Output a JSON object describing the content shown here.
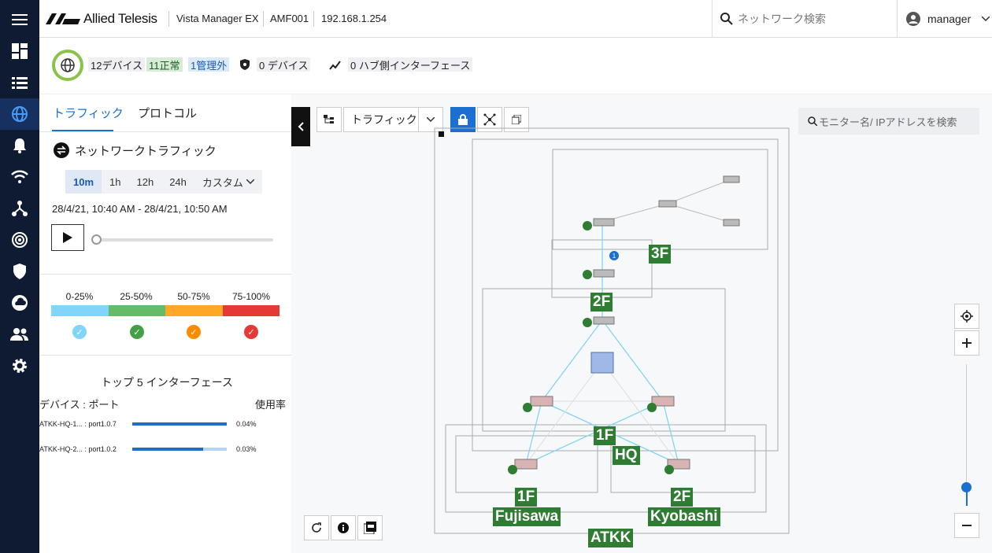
{
  "header": {
    "brand": "Allied Telesis",
    "product": "Vista Manager EX",
    "device": "AMF001",
    "ip": "192.168.1.254",
    "search_placeholder": "ネットワーク検索",
    "user": "manager"
  },
  "summary": {
    "devices": "12デバイス",
    "normal": "11正常",
    "unmanaged": "1管理外",
    "shield_devices": "0 デバイス",
    "hub_interfaces": "0 ハブ側インターフェース"
  },
  "panel": {
    "tabs": [
      "トラフィック",
      "プロトコル"
    ],
    "section_title": "ネットワークトラフィック",
    "ranges": [
      "10m",
      "1h",
      "12h",
      "24h",
      "カスタム"
    ],
    "range_text": "28/4/21, 10:40 AM - 28/4/21, 10:50 AM",
    "legend": [
      "0-25%",
      "25-50%",
      "50-75%",
      "75-100%"
    ],
    "top5_title": "トップ 5 インターフェース",
    "col_device": "デバイス : ポート",
    "col_usage": "使用率",
    "rows": [
      {
        "name": "ATKK-HQ-1... : port1.0.7",
        "usage": "0.04%",
        "level": 0.04
      },
      {
        "name": "ATKK-HQ-2... : port1.0.2",
        "usage": "0.03%",
        "level": 0.03
      }
    ]
  },
  "canvas": {
    "view_select": "トラフィック",
    "monitor_search": "モニター名/ IPアドレスを検索",
    "labels": [
      "3F",
      "2F",
      "1F",
      "HQ",
      "1F",
      "Fujisawa",
      "2F",
      "Kyobashi",
      "ATKK"
    ],
    "badge": "1"
  },
  "colors": {
    "nav": "#0f1b33",
    "accent": "#1a6fd0",
    "green": "#2e7d32",
    "l1": "#81d4fa",
    "l2": "#66bb6a",
    "l3": "#ffa726",
    "l4": "#e53935"
  },
  "icons": [
    "menu-icon",
    "dashboard-icon",
    "list-icon",
    "globe-icon",
    "bell-icon",
    "wifi-icon",
    "topology-icon",
    "radar-icon",
    "shield-icon",
    "cloud-icon",
    "users-icon",
    "gear-icon"
  ]
}
